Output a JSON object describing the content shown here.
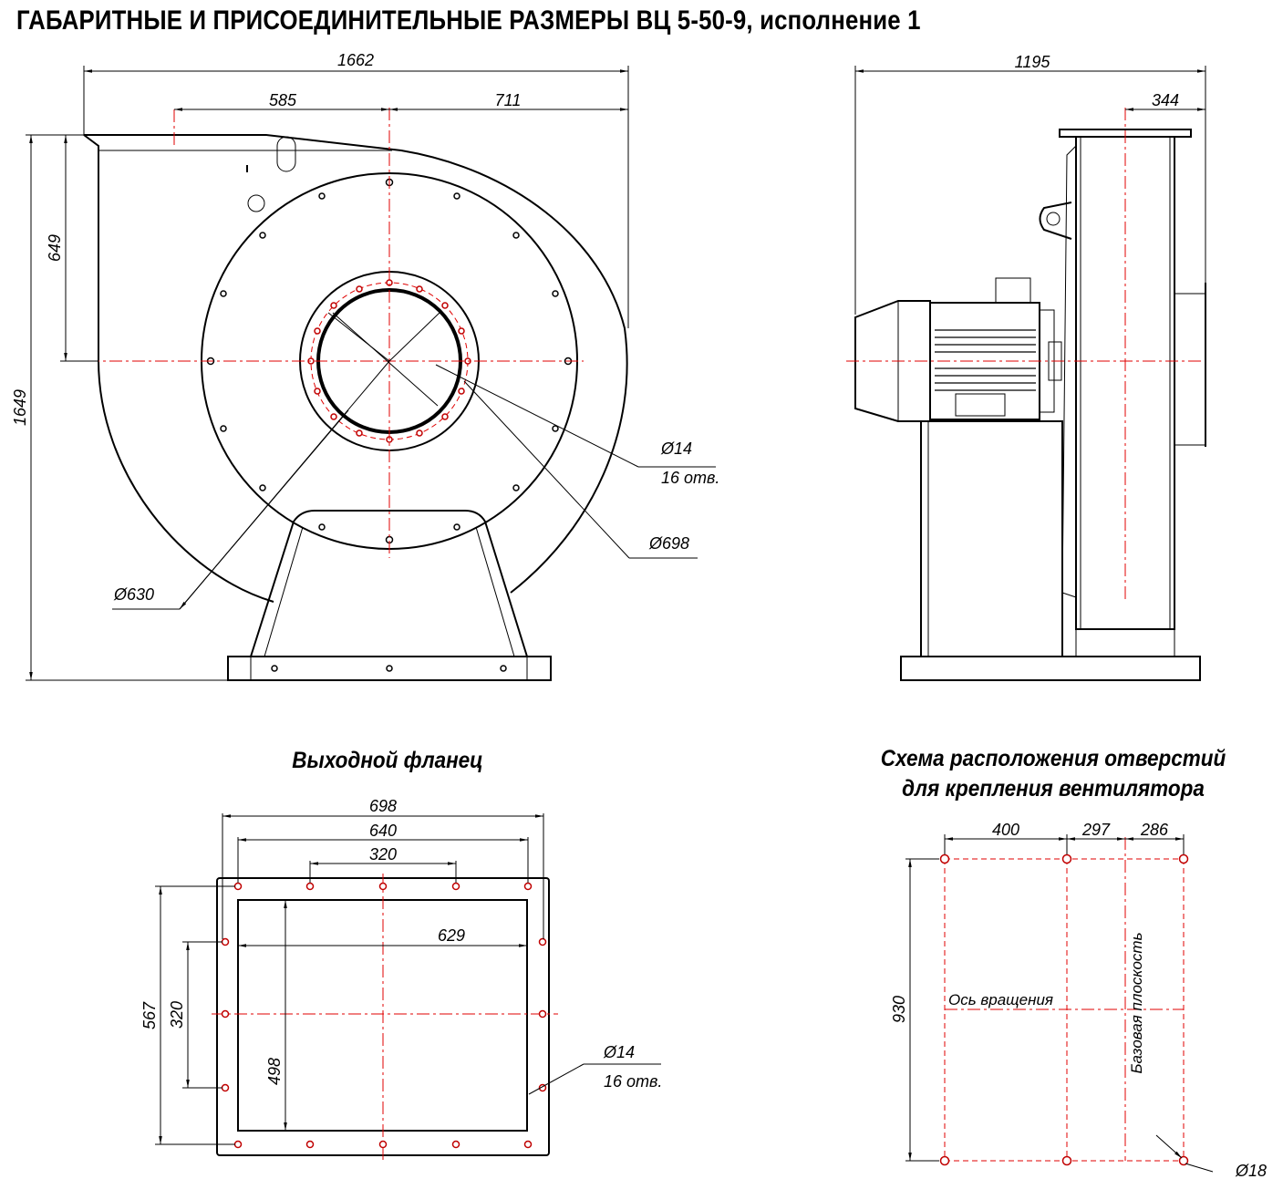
{
  "title": "ГАБАРИТНЫЕ И ПРИСОЕДИНИТЕЛЬНЫЕ РАЗМЕРЫ ВЦ 5-50-9, исполнение 1",
  "front_view": {
    "dim_total_width": "1662",
    "dim_left": "585",
    "dim_right": "711",
    "dim_total_height": "1649",
    "dim_axis_height": "649",
    "hole_dia": "Ø14",
    "hole_count": "16 отв.",
    "inlet_dia": "Ø630",
    "bolt_circle_dia": "Ø698"
  },
  "side_view": {
    "dim_total_width": "1195",
    "dim_offset": "344"
  },
  "outlet_flange": {
    "title": "Выходной фланец",
    "dim_outer_width": "698",
    "dim_bolt_width": "640",
    "dim_bolt_pitch": "320",
    "dim_inner_width": "629",
    "dim_outer_height": "567",
    "dim_bolt_pitch_v": "320",
    "dim_inner_height": "498",
    "hole_dia": "Ø14",
    "hole_count": "16 отв."
  },
  "mounting_holes": {
    "title_line1": "Схема расположения отверстий",
    "title_line2": "для крепления вентилятора",
    "dim_a": "400",
    "dim_b": "297",
    "dim_c": "286",
    "dim_height": "930",
    "axis_label": "Ось вращения",
    "base_plane_label": "Базовая плоскость",
    "hole_dia": "Ø18"
  },
  "colors": {
    "axis": "#e00000",
    "line": "#000000"
  }
}
